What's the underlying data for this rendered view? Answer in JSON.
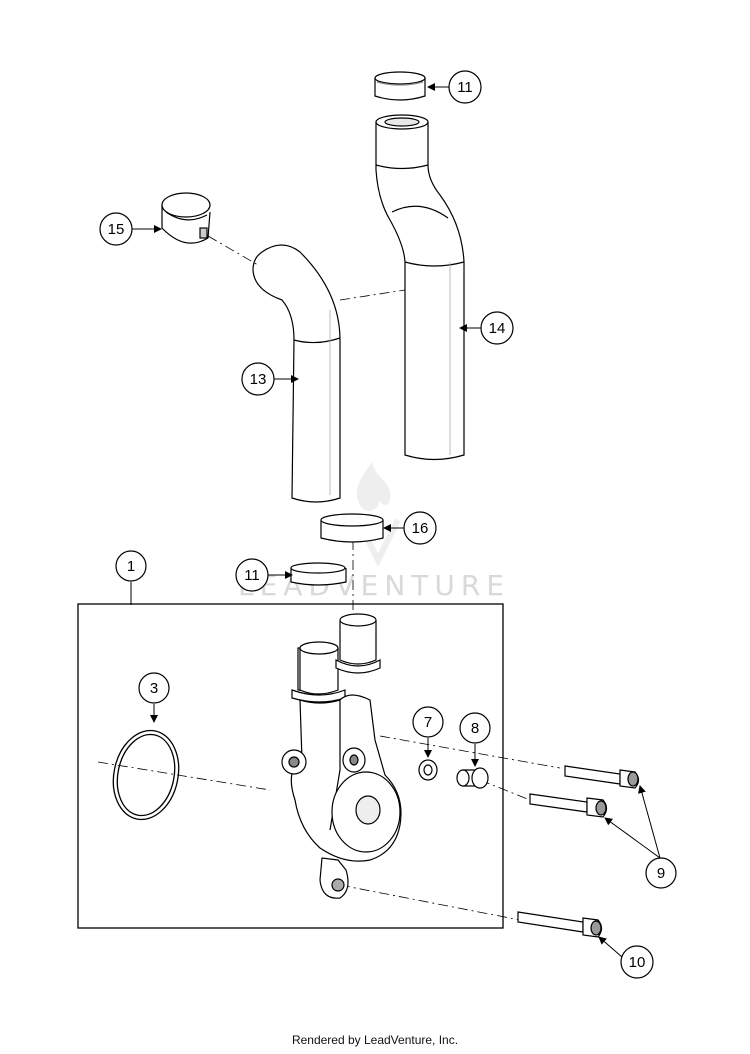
{
  "watermark": {
    "brand": "LEADVENTURE"
  },
  "footer": {
    "text": "Rendered by LeadVenture, Inc."
  },
  "callouts": {
    "c1": "1",
    "c3": "3",
    "c7": "7",
    "c8": "8",
    "c9": "9",
    "c10": "10",
    "c11_top": "11",
    "c11_lower": "11",
    "c13": "13",
    "c14": "14",
    "c15": "15",
    "c16": "16"
  }
}
